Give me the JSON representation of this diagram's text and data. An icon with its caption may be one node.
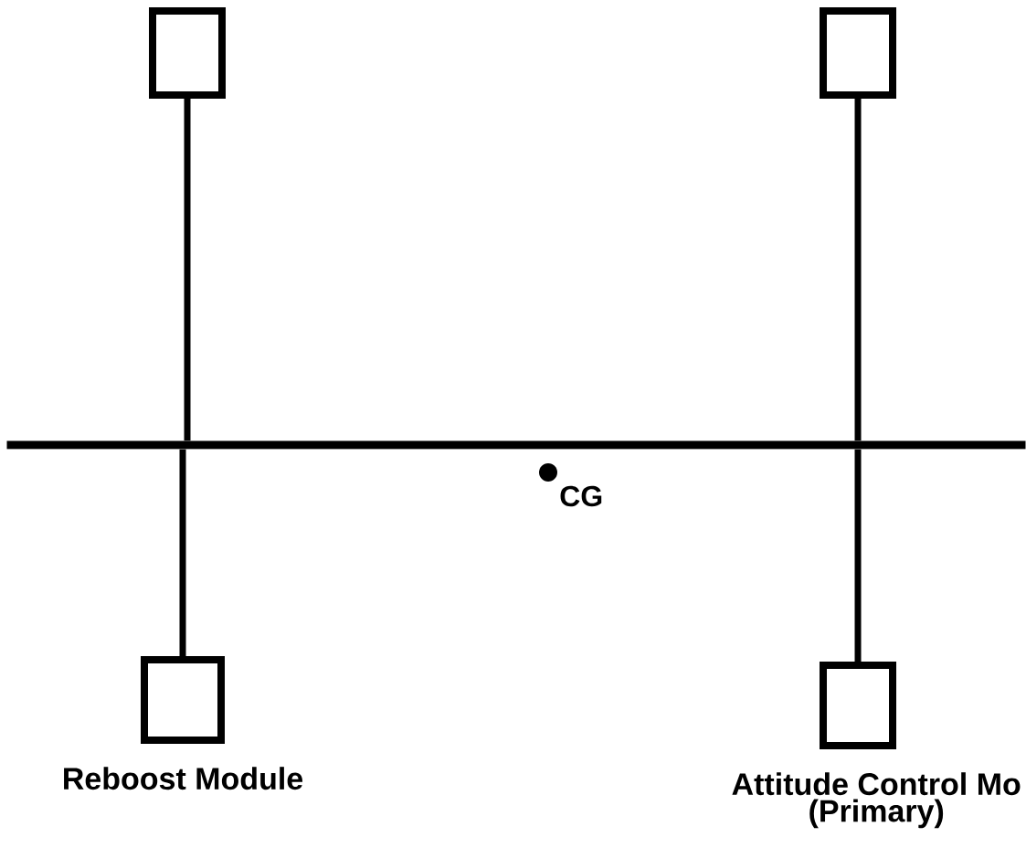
{
  "diagram": {
    "nodes": [
      {
        "text": [],
        "shape": "box"
      },
      {
        "text": [],
        "shape": "box"
      },
      {
        "text": [],
        "shape": "bar"
      },
      {
        "text": [],
        "shape": "box",
        "beside": [
          "Reboost Module"
        ]
      },
      {
        "text": [],
        "shape": "box",
        "beside": [
          "Attitude Control Mo",
          "(Primary)"
        ]
      }
    ],
    "edges": [
      {
        "from": 0,
        "to": 2,
        "arrow": "none"
      },
      {
        "from": 1,
        "to": 2,
        "arrow": "none"
      },
      {
        "from": 2,
        "to": 3,
        "arrow": "none"
      },
      {
        "from": 2,
        "to": 4,
        "arrow": "none"
      }
    ],
    "labels": [
      "CG"
    ]
  }
}
